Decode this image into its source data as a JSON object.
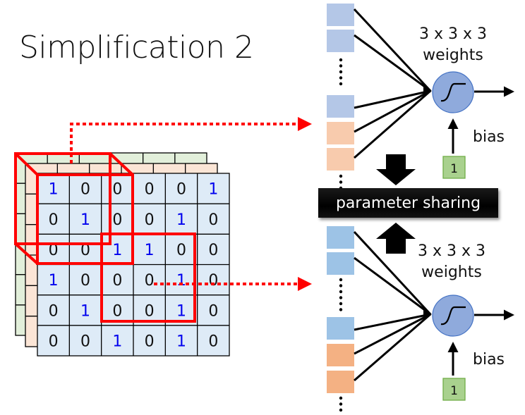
{
  "title": "Simplification 2",
  "feature_map": {
    "layer_colors": {
      "back": "#e2efda",
      "middle": "#fbe5d6",
      "front": "#deebf7"
    },
    "front_grid": [
      [
        "1",
        "0",
        "0",
        "0",
        "0",
        "1"
      ],
      [
        "0",
        "1",
        "0",
        "0",
        "1",
        "0"
      ],
      [
        "0",
        "0",
        "1",
        "1",
        "0",
        "0"
      ],
      [
        "1",
        "0",
        "0",
        "0",
        "1",
        "0"
      ],
      [
        "0",
        "1",
        "0",
        "0",
        "1",
        "0"
      ],
      [
        "0",
        "0",
        "1",
        "0",
        "1",
        "0"
      ]
    ],
    "one_color": "#0000ee",
    "zero_color": "#111111",
    "receptive_field_1": {
      "rows": [
        0,
        2
      ],
      "cols": [
        0,
        2
      ],
      "channels": 3
    },
    "receptive_field_2": {
      "rows": [
        2,
        4
      ],
      "cols": [
        2,
        4
      ]
    },
    "highlight_color": "#ff0000"
  },
  "neurons": [
    {
      "weights_line1": "3 x 3 x 3",
      "weights_line2": "weights",
      "bias_label": "bias",
      "bias_value": "1",
      "inputs": [
        "blue",
        "blue",
        "dots",
        "blue",
        "orange",
        "orange",
        "dots"
      ],
      "input_colors": {
        "blue": "#b4c7e7",
        "orange": "#f8cbad"
      }
    },
    {
      "weights_line1": "3 x 3 x 3",
      "weights_line2": "weights",
      "bias_label": "bias",
      "bias_value": "1",
      "inputs": [
        "blue",
        "blue",
        "dots",
        "blue",
        "orange",
        "orange",
        "dots"
      ],
      "input_colors": {
        "blue": "#9dc3e6",
        "orange": "#f4b183"
      }
    }
  ],
  "parameter_sharing_label": "parameter sharing",
  "colors": {
    "neuron_fill": "#8faadc",
    "neuron_stroke": "#4472c4",
    "bias_fill": "#a9d18e",
    "bias_stroke": "#70ad47"
  }
}
